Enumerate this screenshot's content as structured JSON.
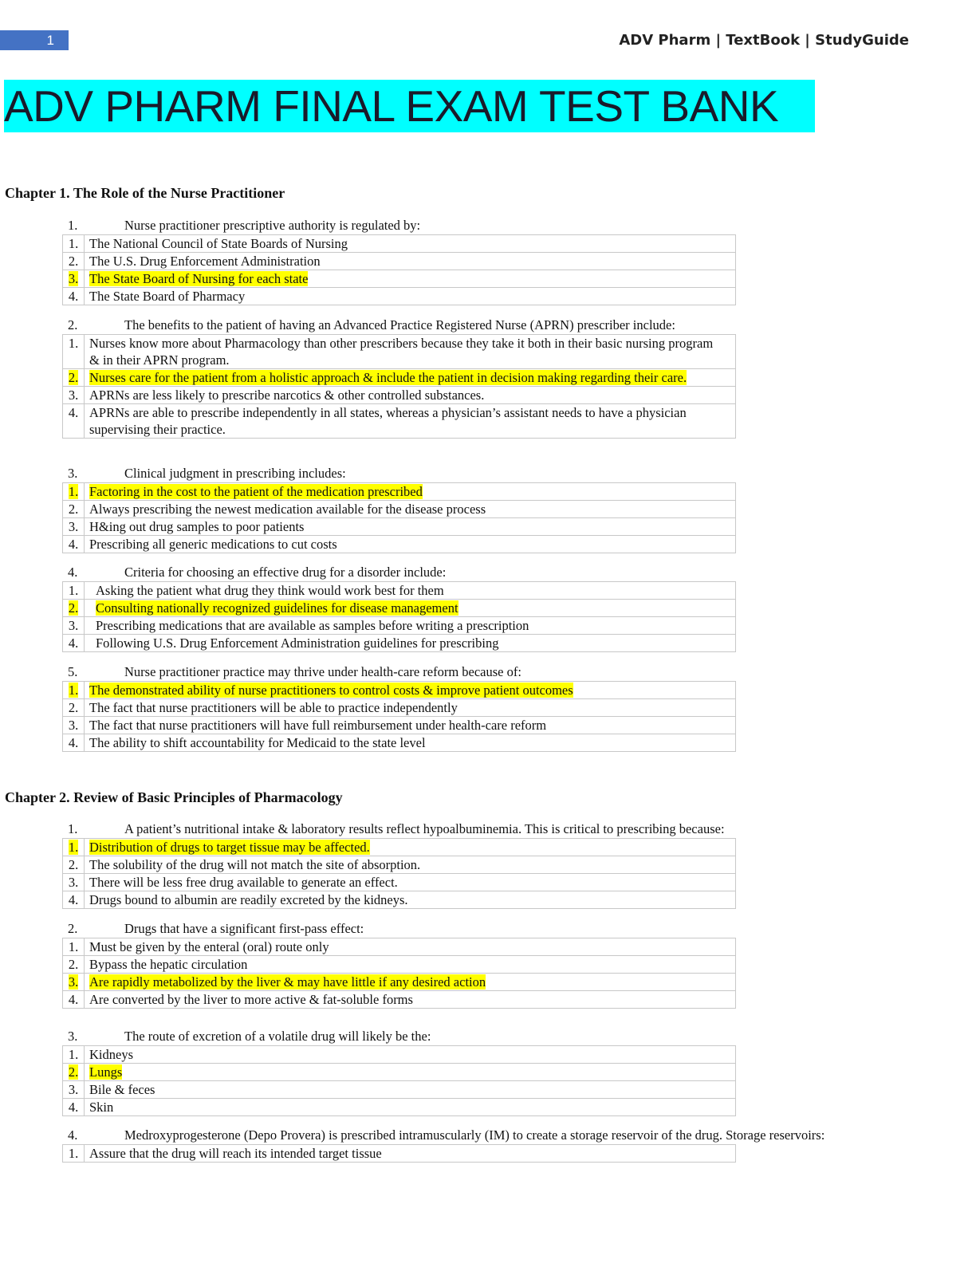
{
  "header": {
    "page_number": "1",
    "running_title": "ADV Pharm | TextBook | StudyGuide"
  },
  "title": "ADV PHARM FINAL EXAM TEST BANK",
  "chapters": [
    {
      "heading": "Chapter 1. The Role of the Nurse Practitioner",
      "questions": [
        {
          "number": "1.",
          "stem": "Nurse practitioner prescriptive authority is regulated by:",
          "options": [
            {
              "number": "1.",
              "text": "The National Council of State Boards of Nursing"
            },
            {
              "number": "2.",
              "text": "The U.S. Drug Enforcement Administration"
            },
            {
              "number": "3.",
              "text": "The State Board of Nursing for each state"
            },
            {
              "number": "4.",
              "text": "The State Board of Pharmacy"
            }
          ],
          "answer": "3."
        },
        {
          "number": "2.",
          "stem": "The benefits to the patient of having an Advanced Practice Registered Nurse (APRN) prescriber include:",
          "options": [
            {
              "number": "1.",
              "text": "Nurses know more about Pharmacology than other prescribers because they take it both in their basic nursing program & in their APRN program."
            },
            {
              "number": "2.",
              "text": "Nurses care for the patient from a holistic approach & include the patient in decision making regarding their care."
            },
            {
              "number": "3.",
              "text": "APRNs are less likely to prescribe narcotics & other controlled substances."
            },
            {
              "number": "4.",
              "text": "APRNs are able to prescribe independently in all states, whereas a physician’s assistant needs to have a physician supervising their practice."
            }
          ],
          "answer": "2."
        },
        {
          "number": "3.",
          "stem": "Clinical judgment in prescribing includes:",
          "options": [
            {
              "number": "1.",
              "text": "Factoring in the cost to the patient of the medication prescribed"
            },
            {
              "number": "2.",
              "text": "Always prescribing the newest medication available for the disease process"
            },
            {
              "number": "3.",
              "text": "H&ing out drug samples to poor patients"
            },
            {
              "number": "4.",
              "text": "Prescribing all generic medications to cut costs"
            }
          ],
          "answer": "1."
        },
        {
          "number": "4.",
          "stem": "Criteria for choosing an effective drug for a disorder include:",
          "options": [
            {
              "number": "1.",
              "text": "Asking the patient what drug they think would work best for them"
            },
            {
              "number": "2.",
              "text": "Consulting nationally recognized guidelines for disease management"
            },
            {
              "number": "3.",
              "text": "Prescribing medications that are available as samples before writing a prescription"
            },
            {
              "number": "4.",
              "text": "Following U.S. Drug Enforcement Administration guidelines for prescribing"
            }
          ],
          "answer": "2."
        },
        {
          "number": "5.",
          "stem": "Nurse practitioner practice may thrive under health-care reform because of:",
          "options": [
            {
              "number": "1.",
              "text": "The demonstrated ability of nurse practitioners to control costs & improve patient outcomes"
            },
            {
              "number": "2.",
              "text": "The fact that nurse practitioners will be able to practice independently"
            },
            {
              "number": "3.",
              "text": "The fact that nurse practitioners will have full reimbursement under health-care reform"
            },
            {
              "number": "4.",
              "text": "The ability to shift accountability for Medicaid to the state level"
            }
          ],
          "answer": "1."
        }
      ]
    },
    {
      "heading": "Chapter 2. Review of Basic Principles of Pharmacology",
      "questions": [
        {
          "number": "1.",
          "stem": "A patient’s nutritional intake & laboratory results reflect hypoalbuminemia. This is critical to prescribing because:",
          "options": [
            {
              "number": "1.",
              "text": "Distribution of drugs to target tissue may be affected."
            },
            {
              "number": "2.",
              "text": "The solubility of the drug will not match the site of absorption."
            },
            {
              "number": "3.",
              "text": "There will be less free drug available to generate an effect."
            },
            {
              "number": "4.",
              "text": "Drugs bound to albumin are readily excreted by the kidneys."
            }
          ],
          "answer": "1."
        },
        {
          "number": "2.",
          "stem": "Drugs that have a significant first-pass effect:",
          "options": [
            {
              "number": "1.",
              "text": "Must be given by the enteral (oral) route only"
            },
            {
              "number": "2.",
              "text": "Bypass the hepatic circulation"
            },
            {
              "number": "3.",
              "text": "Are rapidly metabolized by the liver & may have little if any desired action"
            },
            {
              "number": "4.",
              "text": "Are converted by the liver to more active & fat-soluble forms"
            }
          ],
          "answer": "3."
        },
        {
          "number": "3.",
          "stem": "The route of excretion of a volatile drug will likely be the:",
          "options": [
            {
              "number": "1.",
              "text": "Kidneys"
            },
            {
              "number": "2.",
              "text": "Lungs"
            },
            {
              "number": "3.",
              "text": "Bile & feces"
            },
            {
              "number": "4.",
              "text": "Skin"
            }
          ],
          "answer": "2."
        },
        {
          "number": "4.",
          "stem": "Medroxyprogesterone (Depo Provera) is prescribed intramuscularly (IM) to create a storage reservoir of the drug. Storage reservoirs:",
          "options": [
            {
              "number": "1.",
              "text": "Assure that the drug will reach its intended target tissue"
            }
          ],
          "answer": ""
        }
      ]
    }
  ]
}
